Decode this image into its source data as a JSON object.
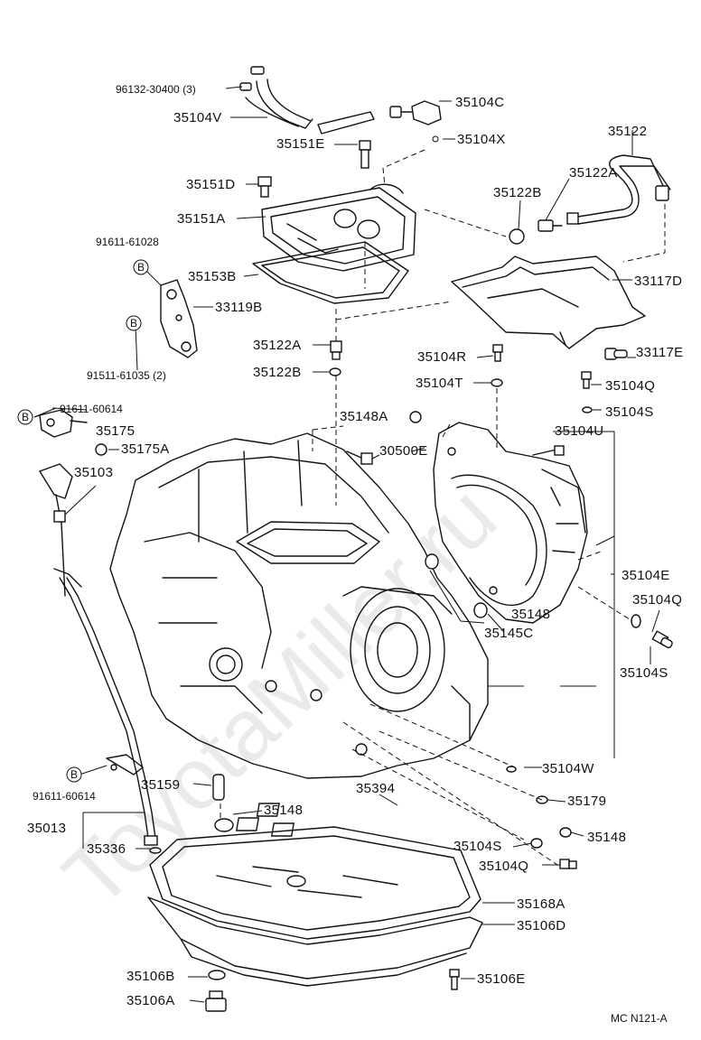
{
  "watermark": "ToyotaMiller.ru",
  "diagram_code": "MC N121-A",
  "bolt_marker": "B",
  "labels": {
    "p96132": "96132-30400 (3)",
    "p35104C": "35104C",
    "p35104V": "35104V",
    "p35151E": "35151E",
    "p35104X": "35104X",
    "p35122": "35122",
    "p35122A_top": "35122A",
    "p35122B_top": "35122B",
    "p35151D": "35151D",
    "p35151A": "35151A",
    "p91611_61028": "91611-61028",
    "p35153B": "35153B",
    "p33117D": "33117D",
    "p33119B": "33119B",
    "p91511_61035": "91511-61035 (2)",
    "p35122A": "35122A",
    "p35104R": "35104R",
    "p33117E": "33117E",
    "p35122B": "35122B",
    "p35104T": "35104T",
    "p35104Q_1": "35104Q",
    "p91611_60614_a": "91611-60614",
    "p35148A": "35148A",
    "p35104S_1": "35104S",
    "p35175": "35175",
    "p35175A": "35175A",
    "p30500E": "30500E",
    "p35104U": "35104U",
    "p35103": "35103",
    "p35104E": "35104E",
    "p35104Q_2": "35104Q",
    "p35148_1": "35148",
    "p35145C": "35145C",
    "p35104S_2": "35104S",
    "p35104W": "35104W",
    "p91611_60614_b": "91611-60614",
    "p35159": "35159",
    "p35394": "35394",
    "p35179": "35179",
    "p35148_2": "35148",
    "p35013": "35013",
    "p35148_3": "35148",
    "p35336": "35336",
    "p35104S_3": "35104S",
    "p35104Q_3": "35104Q",
    "p35168A": "35168A",
    "p35106D": "35106D",
    "p35106B": "35106B",
    "p35106E": "35106E",
    "p35106A": "35106A"
  }
}
